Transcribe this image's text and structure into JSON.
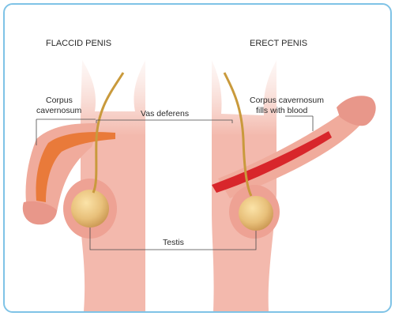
{
  "titles": {
    "flaccid": "FLACCID PENIS",
    "erect": "ERECT PENIS"
  },
  "labels": {
    "corpus_left_line1": "Corpus",
    "corpus_left_line2": "cavernosum",
    "vas_deferens": "Vas deferens",
    "corpus_right_line1": "Corpus cavernosum",
    "corpus_right_line2": "fills with blood",
    "testis": "Testis"
  },
  "colors": {
    "frame": "#7fc3e6",
    "skin": "#f3b9ad",
    "skin_dark": "#e8a094",
    "corpus": "#e97a3a",
    "blood": "#d8262b",
    "testis": "#e8c07a",
    "vas": "#c99a3c",
    "line": "#4a4a4a"
  }
}
